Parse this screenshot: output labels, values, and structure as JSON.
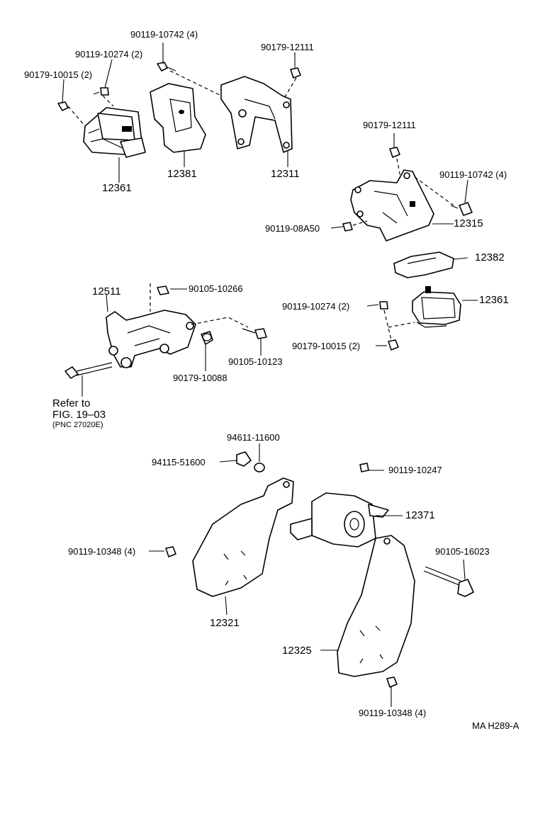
{
  "labels": {
    "p1": "90119-10742 (4)",
    "p2": "90119-10274 (2)",
    "p3": "90179-10015 (2)",
    "p4": "90179-12111",
    "p5": "12361",
    "p6": "12381",
    "p7": "12311",
    "p8": "90179-12111",
    "p9": "90119-10742 (4)",
    "p10": "90119-08A50",
    "p11": "12315",
    "p12": "12382",
    "p13": "12511",
    "p14": "90105-10266",
    "p15": "90119-10274 (2)",
    "p16": "12361",
    "p17": "90179-10015 (2)",
    "p18": "90105-10123",
    "p19": "90179-10088",
    "p20": "94611-11600",
    "p21": "94115-51600",
    "p22": "90119-10247",
    "p23": "12371",
    "p24": "90119-10348 (4)",
    "p25": "90105-16023",
    "p26": "12321",
    "p27": "12325",
    "p28": "90119-10348 (4)",
    "fig_code": "MA H289-A"
  },
  "refer": {
    "line1": "Refer to",
    "line2": "FIG. 19–03",
    "line3": "(PNC 27020E)"
  }
}
